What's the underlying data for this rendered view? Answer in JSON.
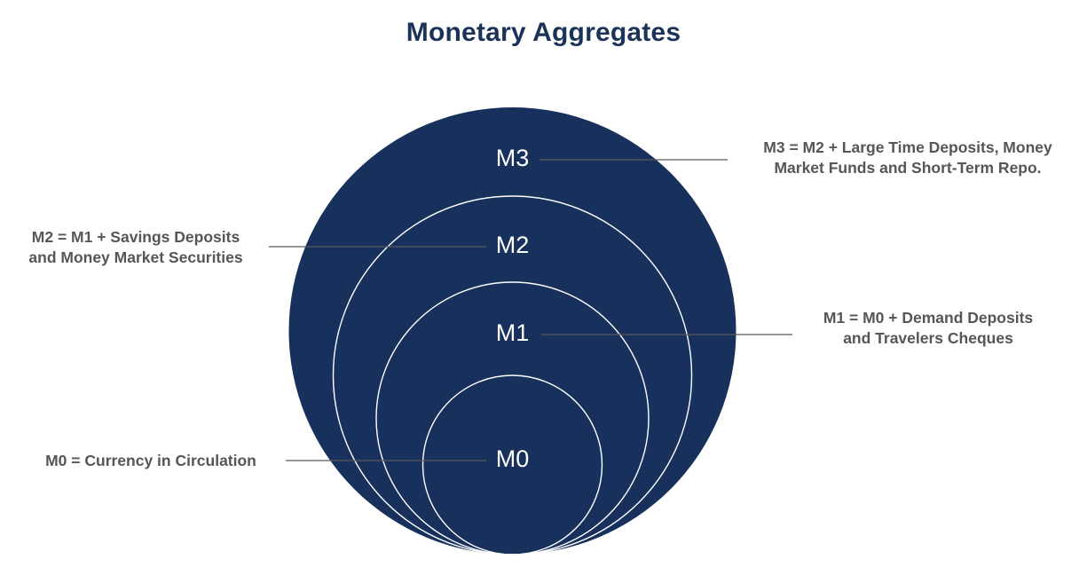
{
  "title": "Monetary Aggregates",
  "colors": {
    "fill": "#17315c",
    "ring_stroke": "#ffffff",
    "leader_line": "#595959",
    "title_text": "#1b3358",
    "callout_text": "#565656",
    "ring_label_text": "#ffffff",
    "background": "#ffffff"
  },
  "chart_data": {
    "type": "diagram",
    "subtype": "nested-concentric-circles",
    "title": "Monetary Aggregates",
    "description": "Four nested circles tangent at the bottom representing inclusive monetary aggregates, smallest (M0) inside largest (M3).",
    "rings": [
      {
        "id": "m3",
        "label": "M3",
        "level": 4,
        "radius": 252,
        "center": [
          577.5,
          373
        ],
        "callout": "M3 = M2 + Large Time Deposits, Money Market Funds and Short-Term Repo.",
        "callout_side": "right",
        "filled": true
      },
      {
        "id": "m2",
        "label": "M2",
        "level": 3,
        "radius": 202,
        "center": [
          577.5,
          423
        ],
        "callout": "M2 = M1 + Savings Deposits and Money Market Securities",
        "callout_side": "left",
        "filled": false
      },
      {
        "id": "m1",
        "label": "M1",
        "level": 2,
        "radius": 153.5,
        "center": [
          577.5,
          471.5
        ],
        "callout": "M1 = M0 + Demand Deposits and Travelers Cheques",
        "callout_side": "right",
        "filled": false
      },
      {
        "id": "m0",
        "label": "M0",
        "level": 1,
        "radius": 101,
        "center": [
          577.5,
          524
        ],
        "callout": "M0 = Currency in Circulation",
        "callout_side": "left",
        "filled": false
      }
    ]
  },
  "callouts": {
    "m3": {
      "line1": "M3 = M2 + Large Time Deposits, Money",
      "line2": "Market Funds and Short-Term Repo."
    },
    "m2": {
      "line1": "M2 = M1 + Savings Deposits",
      "line2": "and Money Market Securities"
    },
    "m1": {
      "line1": "M1 = M0 + Demand Deposits",
      "line2": "and Travelers Cheques"
    },
    "m0": {
      "line1": "M0 = Currency in Circulation",
      "line2": ""
    }
  },
  "ring_labels": {
    "m3": "M3",
    "m2": "M2",
    "m1": "M1",
    "m0": "M0"
  }
}
